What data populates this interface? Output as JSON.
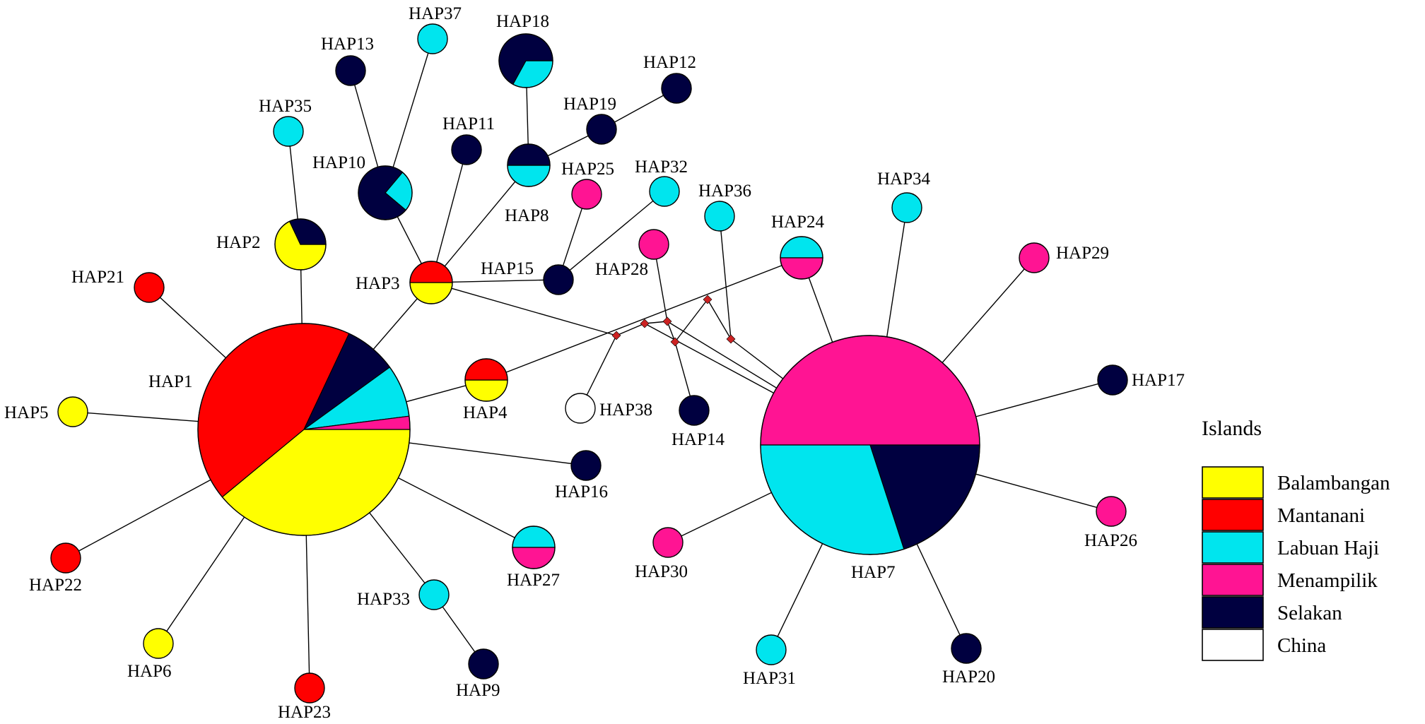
{
  "colors": {
    "Balambangan": "#ffff00",
    "Mantanani": "#ff0000",
    "Labuan Haji": "#00e5ee",
    "Menampilik": "#ff1493",
    "Selakan": "#000040",
    "China": "#ffffff",
    "median": "#cc2222"
  },
  "legend": {
    "title": "Islands",
    "items": [
      {
        "label": "Balambangan",
        "color_key": "Balambangan"
      },
      {
        "label": "Mantanani",
        "color_key": "Mantanani"
      },
      {
        "label": "Labuan Haji",
        "color_key": "Labuan Haji"
      },
      {
        "label": "Menampilik",
        "color_key": "Menampilik"
      },
      {
        "label": "Selakan",
        "color_key": "Selakan"
      },
      {
        "label": "China",
        "color_key": "China"
      }
    ]
  },
  "haplotypes": [
    {
      "id": "HAP1",
      "label": "HAP1",
      "composition": [
        {
          "pop": "Balambangan",
          "share": 0.39
        },
        {
          "pop": "Mantanani",
          "share": 0.43
        },
        {
          "pop": "Selakan",
          "share": 0.08
        },
        {
          "pop": "Labuan Haji",
          "share": 0.08
        },
        {
          "pop": "Menampilik",
          "share": 0.02
        }
      ]
    },
    {
      "id": "HAP2",
      "label": "HAP2",
      "composition": [
        {
          "pop": "Balambangan",
          "share": 0.68
        },
        {
          "pop": "Selakan",
          "share": 0.32
        }
      ]
    },
    {
      "id": "HAP3",
      "label": "HAP3",
      "composition": [
        {
          "pop": "Balambangan",
          "share": 0.5
        },
        {
          "pop": "Mantanani",
          "share": 0.5
        }
      ]
    },
    {
      "id": "HAP4",
      "label": "HAP4",
      "composition": [
        {
          "pop": "Balambangan",
          "share": 0.5
        },
        {
          "pop": "Mantanani",
          "share": 0.5
        }
      ]
    },
    {
      "id": "HAP5",
      "label": "HAP5",
      "composition": [
        {
          "pop": "Balambangan",
          "share": 1
        }
      ]
    },
    {
      "id": "HAP6",
      "label": "HAP6",
      "composition": [
        {
          "pop": "Balambangan",
          "share": 1
        }
      ]
    },
    {
      "id": "HAP7",
      "label": "HAP7",
      "composition": [
        {
          "pop": "Menampilik",
          "share": 0.5
        },
        {
          "pop": "Selakan",
          "share": 0.2
        },
        {
          "pop": "Labuan Haji",
          "share": 0.3
        }
      ]
    },
    {
      "id": "HAP8",
      "label": "HAP8",
      "composition": [
        {
          "pop": "Labuan Haji",
          "share": 0.5
        },
        {
          "pop": "Selakan",
          "share": 0.5
        }
      ]
    },
    {
      "id": "HAP9",
      "label": "HAP9",
      "composition": [
        {
          "pop": "Selakan",
          "share": 1
        }
      ]
    },
    {
      "id": "HAP10",
      "label": "HAP10",
      "composition": [
        {
          "pop": "Labuan Haji",
          "share": 0.25
        },
        {
          "pop": "Selakan",
          "share": 0.75
        }
      ]
    },
    {
      "id": "HAP11",
      "label": "HAP11",
      "composition": [
        {
          "pop": "Selakan",
          "share": 1
        }
      ]
    },
    {
      "id": "HAP12",
      "label": "HAP12",
      "composition": [
        {
          "pop": "Selakan",
          "share": 1
        }
      ]
    },
    {
      "id": "HAP13",
      "label": "HAP13",
      "composition": [
        {
          "pop": "Selakan",
          "share": 1
        }
      ]
    },
    {
      "id": "HAP14",
      "label": "HAP14",
      "composition": [
        {
          "pop": "Selakan",
          "share": 1
        }
      ]
    },
    {
      "id": "HAP15",
      "label": "HAP15",
      "composition": [
        {
          "pop": "Selakan",
          "share": 1
        }
      ]
    },
    {
      "id": "HAP16",
      "label": "HAP16",
      "composition": [
        {
          "pop": "Selakan",
          "share": 1
        }
      ]
    },
    {
      "id": "HAP17",
      "label": "HAP17",
      "composition": [
        {
          "pop": "Selakan",
          "share": 1
        }
      ]
    },
    {
      "id": "HAP18",
      "label": "HAP18",
      "composition": [
        {
          "pop": "Labuan Haji",
          "share": 0.33
        },
        {
          "pop": "Selakan",
          "share": 0.67
        }
      ]
    },
    {
      "id": "HAP19",
      "label": "HAP19",
      "composition": [
        {
          "pop": "Selakan",
          "share": 1
        }
      ]
    },
    {
      "id": "HAP20",
      "label": "HAP20",
      "composition": [
        {
          "pop": "Selakan",
          "share": 1
        }
      ]
    },
    {
      "id": "HAP21",
      "label": "HAP21",
      "composition": [
        {
          "pop": "Mantanani",
          "share": 1
        }
      ]
    },
    {
      "id": "HAP22",
      "label": "HAP22",
      "composition": [
        {
          "pop": "Mantanani",
          "share": 1
        }
      ]
    },
    {
      "id": "HAP23",
      "label": "HAP23",
      "composition": [
        {
          "pop": "Mantanani",
          "share": 1
        }
      ]
    },
    {
      "id": "HAP24",
      "label": "HAP24",
      "composition": [
        {
          "pop": "Labuan Haji",
          "share": 0.5
        },
        {
          "pop": "Menampilik",
          "share": 0.5
        }
      ]
    },
    {
      "id": "HAP25",
      "label": "HAP25",
      "composition": [
        {
          "pop": "Menampilik",
          "share": 1
        }
      ]
    },
    {
      "id": "HAP26",
      "label": "HAP26",
      "composition": [
        {
          "pop": "Menampilik",
          "share": 1
        }
      ]
    },
    {
      "id": "HAP27",
      "label": "HAP27",
      "composition": [
        {
          "pop": "Labuan Haji",
          "share": 0.5
        },
        {
          "pop": "Menampilik",
          "share": 0.5
        }
      ]
    },
    {
      "id": "HAP28",
      "label": "HAP28",
      "composition": [
        {
          "pop": "Menampilik",
          "share": 1
        }
      ]
    },
    {
      "id": "HAP29",
      "label": "HAP29",
      "composition": [
        {
          "pop": "Menampilik",
          "share": 1
        }
      ]
    },
    {
      "id": "HAP30",
      "label": "HAP30",
      "composition": [
        {
          "pop": "Menampilik",
          "share": 1
        }
      ]
    },
    {
      "id": "HAP31",
      "label": "HAP31",
      "composition": [
        {
          "pop": "Labuan Haji",
          "share": 1
        }
      ]
    },
    {
      "id": "HAP32",
      "label": "HAP32",
      "composition": [
        {
          "pop": "Labuan Haji",
          "share": 1
        }
      ]
    },
    {
      "id": "HAP33",
      "label": "HAP33",
      "composition": [
        {
          "pop": "Labuan Haji",
          "share": 1
        }
      ]
    },
    {
      "id": "HAP34",
      "label": "HAP34",
      "composition": [
        {
          "pop": "Labuan Haji",
          "share": 1
        }
      ]
    },
    {
      "id": "HAP35",
      "label": "HAP35",
      "composition": [
        {
          "pop": "Labuan Haji",
          "share": 1
        }
      ]
    },
    {
      "id": "HAP36",
      "label": "HAP36",
      "composition": [
        {
          "pop": "Labuan Haji",
          "share": 1
        }
      ]
    },
    {
      "id": "HAP37",
      "label": "HAP37",
      "composition": [
        {
          "pop": "Labuan Haji",
          "share": 1
        }
      ]
    },
    {
      "id": "HAP38",
      "label": "HAP38",
      "composition": [
        {
          "pop": "China",
          "share": 1
        }
      ]
    }
  ],
  "links": [
    [
      "HAP1",
      "HAP2"
    ],
    [
      "HAP2",
      "HAP35"
    ],
    [
      "HAP1",
      "HAP21"
    ],
    [
      "HAP1",
      "HAP5"
    ],
    [
      "HAP1",
      "HAP22"
    ],
    [
      "HAP1",
      "HAP6"
    ],
    [
      "HAP1",
      "HAP23"
    ],
    [
      "HAP1",
      "HAP33"
    ],
    [
      "HAP33",
      "HAP9"
    ],
    [
      "HAP1",
      "HAP27"
    ],
    [
      "HAP1",
      "HAP16"
    ],
    [
      "HAP1",
      "HAP4"
    ],
    [
      "HAP1",
      "HAP3"
    ],
    [
      "HAP3",
      "HAP10"
    ],
    [
      "HAP10",
      "HAP13"
    ],
    [
      "HAP10",
      "HAP37"
    ],
    [
      "HAP3",
      "HAP11"
    ],
    [
      "HAP3",
      "HAP8"
    ],
    [
      "HAP8",
      "HAP18"
    ],
    [
      "HAP8",
      "HAP19"
    ],
    [
      "HAP19",
      "HAP12"
    ],
    [
      "HAP3",
      "HAP15"
    ],
    [
      "HAP15",
      "HAP25"
    ],
    [
      "HAP15",
      "HAP32"
    ],
    [
      "HAP3",
      "MV1"
    ],
    [
      "HAP4",
      "HAP24"
    ],
    [
      "MV1",
      "HAP38"
    ],
    [
      "MV1",
      "MV2"
    ],
    [
      "MV2",
      "MV3"
    ],
    [
      "MV3",
      "HAP7"
    ],
    [
      "MV2",
      "HAP7"
    ],
    [
      "MV3",
      "HAP28"
    ],
    [
      "MV3",
      "MV4"
    ],
    [
      "MV4",
      "HAP14"
    ],
    [
      "MV4",
      "MV5"
    ],
    [
      "MV5",
      "MV6"
    ],
    [
      "MV6",
      "HAP36"
    ],
    [
      "MV6",
      "HAP7"
    ],
    [
      "HAP7",
      "HAP24"
    ],
    [
      "HAP7",
      "HAP34"
    ],
    [
      "HAP7",
      "HAP29"
    ],
    [
      "HAP7",
      "HAP17"
    ],
    [
      "HAP7",
      "HAP26"
    ],
    [
      "HAP7",
      "HAP20"
    ],
    [
      "HAP7",
      "HAP31"
    ],
    [
      "HAP7",
      "HAP30"
    ]
  ],
  "median_vectors": [
    "MV1",
    "MV2",
    "MV3",
    "MV4",
    "MV5",
    "MV6"
  ]
}
